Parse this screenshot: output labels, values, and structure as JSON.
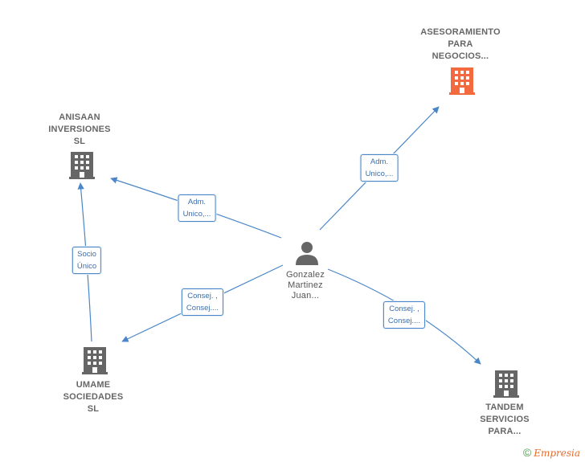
{
  "nodes": {
    "asesoramiento": {
      "lines": [
        "ASESORAMIENTO",
        "PARA",
        "NEGOCIOS..."
      ],
      "color": "#f26a3d"
    },
    "anisaan": {
      "lines": [
        "ANISAAN",
        "INVERSIONES",
        "SL"
      ],
      "color": "#666666"
    },
    "umame": {
      "lines": [
        "UMAME",
        "SOCIEDADES",
        "SL"
      ],
      "color": "#666666"
    },
    "tandem": {
      "lines": [
        "TANDEM",
        "SERVICIOS",
        "PARA..."
      ],
      "color": "#666666"
    },
    "person": {
      "lines": [
        "Gonzalez",
        "Martinez",
        "Juan..."
      ],
      "color": "#666666"
    }
  },
  "edges": {
    "to_asesoramiento": [
      "Adm.",
      "Unico,..."
    ],
    "to_anisaan": [
      "Adm.",
      "Unico,..."
    ],
    "umame_to_anisaan": [
      "Socio",
      "Único"
    ],
    "to_umame": [
      "Consej. ,",
      "Consej...."
    ],
    "to_tandem": [
      "Consej. ,",
      "Consej...."
    ]
  },
  "footer": {
    "copyright": "©",
    "brand": "Empresia"
  },
  "colors": {
    "edge": "#4a86c8",
    "icon_grey": "#666666",
    "icon_accent": "#f26a3d"
  }
}
